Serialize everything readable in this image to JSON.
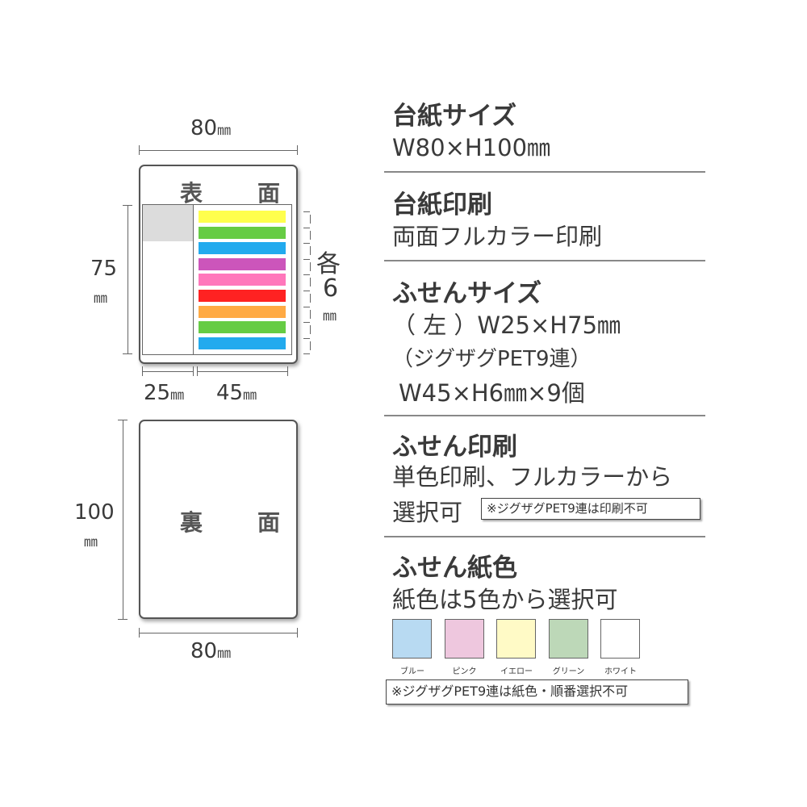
{
  "diagram": {
    "front": {
      "label": "表　面",
      "width_dim": "80",
      "height_dim": "75",
      "left_dim": "25",
      "right_dim": "45",
      "unit": "㎜",
      "each_label": "各",
      "each_value": "6",
      "stripe_colors": [
        "#ffff4d",
        "#66cc44",
        "#22aaee",
        "#cc55bb",
        "#ff77bb",
        "#ff2222",
        "#ffaa44",
        "#66cc44",
        "#22aaee"
      ]
    },
    "back": {
      "label": "裏　面",
      "width_dim": "80",
      "height_dim": "100",
      "unit": "㎜"
    }
  },
  "specs": [
    {
      "title": "台紙サイズ",
      "lines": [
        "W80×H100㎜"
      ]
    },
    {
      "title": "台紙印刷",
      "lines": [
        "両面フルカラー印刷"
      ]
    },
    {
      "title": "ふせんサイズ",
      "lines": [
        "（ 左 ）W25×H75㎜",
        "（ジグザグPET9連）",
        "W45×H6㎜×9個"
      ]
    },
    {
      "title": "ふせん印刷",
      "lines": [
        "単色印刷、フルカラーから",
        "選択可"
      ],
      "note": "※ジグザグPET9連は印刷不可"
    },
    {
      "title": "ふせん紙色",
      "lines": [
        "紙色は5色から選択可"
      ],
      "note": "※ジグザグPET9連は紙色・順番選択不可"
    }
  ],
  "paper_colors": [
    {
      "name": "ブルー",
      "color": "#b8daf2"
    },
    {
      "name": "ピンク",
      "color": "#eec7de"
    },
    {
      "name": "イエロー",
      "color": "#fffac6"
    },
    {
      "name": "グリーン",
      "color": "#bdd8b8"
    },
    {
      "name": "ホワイト",
      "color": "#ffffff"
    }
  ]
}
